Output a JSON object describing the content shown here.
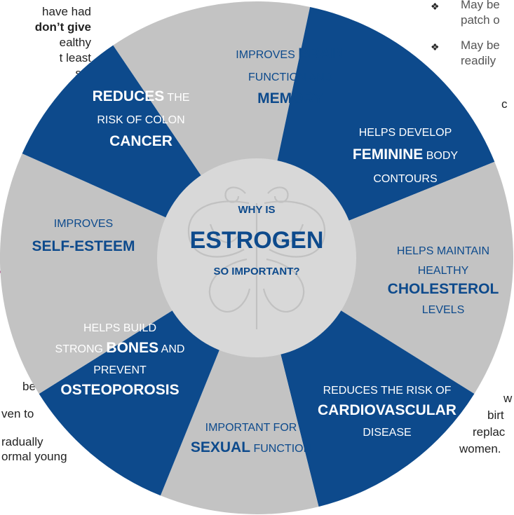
{
  "background": {
    "left_top_lines": [
      {
        "text": "have had",
        "bold": false
      },
      {
        "text": "don’t give",
        "bold": true
      },
      {
        "text": "ealthy",
        "bold": false
      },
      {
        "text": "t least",
        "bold": false
      },
      {
        "text": "se,",
        "bold": false
      }
    ],
    "left_bottom_lines": [
      {
        "text": "be",
        "bold": false
      },
      {
        "text": "ven to",
        "bold": false
      },
      {
        "text": "radually",
        "bold": false
      },
      {
        "text": "ormal young",
        "bold": false
      }
    ],
    "right_top_lines": [
      {
        "text": "May be",
        "bullet": true
      },
      {
        "text": "patch o",
        "bullet": false
      },
      {
        "text": "May be",
        "bullet": true
      },
      {
        "text": "readily",
        "bullet": false
      }
    ],
    "right_fragment": "c",
    "right_bottom_lines": [
      {
        "text": "w"
      },
      {
        "text": "birt"
      },
      {
        "text": "replac"
      },
      {
        "text": "women."
      }
    ],
    "bullet_glyph": "❖"
  },
  "center": {
    "line1": "WHY IS",
    "line2": "ESTROGEN",
    "line3": "SO IMPORTANT?"
  },
  "colors": {
    "navy": "#0d4a8c",
    "gray": "#c3c3c3",
    "center_fill": "#d8d8d8",
    "accent": "#b4207a",
    "navy_text": "#0d4a8c",
    "white_text": "#ffffff"
  },
  "segments": [
    {
      "id": "brain",
      "fill": "gray",
      "text_color": "navy",
      "lines": [
        [
          {
            "t": "IMPROVES ",
            "big": false
          },
          {
            "t": "BRAIN",
            "big": true
          }
        ],
        [
          {
            "t": "FUNCTION AND",
            "big": false
          }
        ],
        [
          {
            "t": "MEMORY",
            "big": true
          }
        ]
      ]
    },
    {
      "id": "feminine",
      "fill": "navy",
      "text_color": "white",
      "lines": [
        [
          {
            "t": "HELPS DEVELOP",
            "big": false
          }
        ],
        [
          {
            "t": "FEMININE",
            "big": true
          },
          {
            "t": " BODY",
            "big": false
          }
        ],
        [
          {
            "t": "CONTOURS",
            "big": false
          }
        ]
      ]
    },
    {
      "id": "cholesterol",
      "fill": "gray",
      "text_color": "navy",
      "lines": [
        [
          {
            "t": "HELPS MAINTAIN",
            "big": false
          }
        ],
        [
          {
            "t": "HEALTHY",
            "big": false
          }
        ],
        [
          {
            "t": "CHOLESTEROL",
            "big": true
          }
        ],
        [
          {
            "t": "LEVELS",
            "big": false
          }
        ]
      ]
    },
    {
      "id": "cardio",
      "fill": "navy",
      "text_color": "white",
      "lines": [
        [
          {
            "t": "REDUCES THE RISK OF",
            "big": false
          }
        ],
        [
          {
            "t": "CARDIOVASCULAR",
            "big": true
          }
        ],
        [
          {
            "t": "DISEASE",
            "big": false
          }
        ]
      ]
    },
    {
      "id": "sexual",
      "fill": "gray",
      "text_color": "navy",
      "lines": [
        [
          {
            "t": "IMPORTANT FOR",
            "big": false
          }
        ],
        [
          {
            "t": "SEXUAL",
            "big": true
          },
          {
            "t": " FUNCTION",
            "big": false
          }
        ]
      ]
    },
    {
      "id": "bones",
      "fill": "navy",
      "text_color": "white",
      "lines": [
        [
          {
            "t": "HELPS BUILD",
            "big": false
          }
        ],
        [
          {
            "t": "STRONG ",
            "big": false
          },
          {
            "t": "BONES",
            "big": true
          },
          {
            "t": " AND",
            "big": false
          }
        ],
        [
          {
            "t": "PREVENT",
            "big": false
          }
        ],
        [
          {
            "t": "OSTEOPOROSIS",
            "big": true
          }
        ]
      ]
    },
    {
      "id": "self-esteem",
      "fill": "gray",
      "text_color": "navy",
      "lines": [
        [
          {
            "t": "IMPROVES",
            "big": false
          }
        ],
        [
          {
            "t": "SELF-ESTEEM",
            "big": true
          }
        ]
      ]
    },
    {
      "id": "colon",
      "fill": "navy",
      "text_color": "white",
      "lines": [
        [
          {
            "t": "REDUCES",
            "big": true
          },
          {
            "t": " THE",
            "big": false
          }
        ],
        [
          {
            "t": "RISK OF COLON",
            "big": false
          }
        ],
        [
          {
            "t": "CANCER",
            "big": true
          }
        ]
      ]
    }
  ]
}
